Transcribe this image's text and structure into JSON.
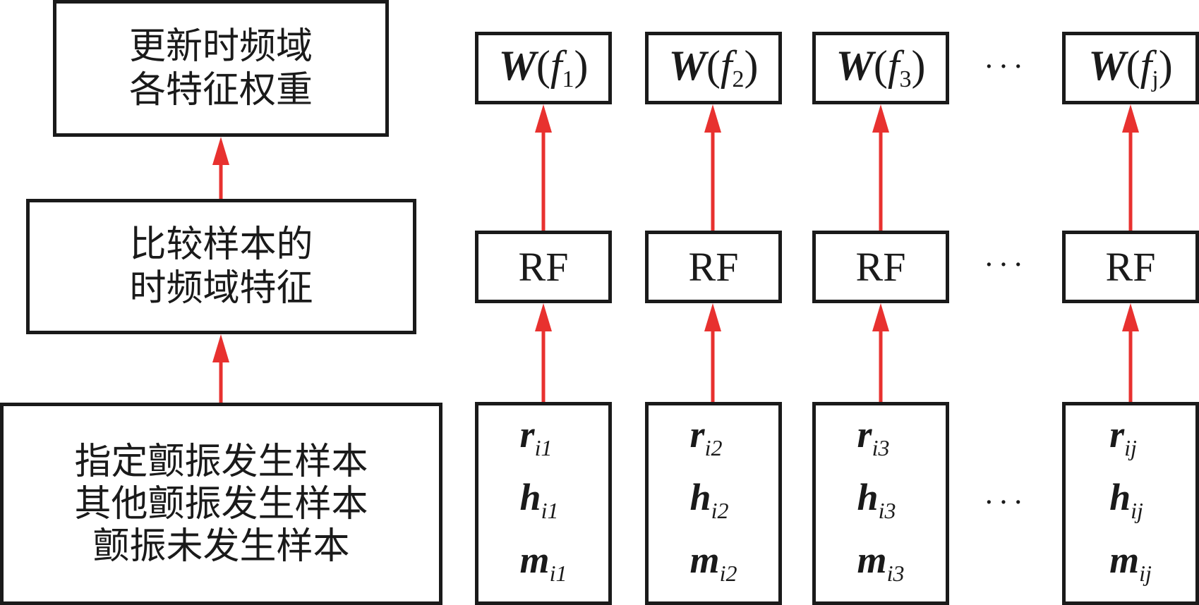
{
  "left_flow": {
    "top_box": {
      "lines": [
        "更新时频域",
        "各特征权重"
      ]
    },
    "middle_box": {
      "lines": [
        "比较样本的",
        "时频域特征"
      ]
    },
    "bottom_box": {
      "lines": [
        "指定颤振发生样本",
        "其他颤振发生样本",
        "颤振未发生样本"
      ]
    }
  },
  "columns": [
    {
      "weight": {
        "symbol": "W",
        "func": "f",
        "index": "1"
      },
      "model": "RF",
      "features": [
        {
          "var": "r",
          "sub": "i1"
        },
        {
          "var": "h",
          "sub": "i1"
        },
        {
          "var": "m",
          "sub": "i1"
        }
      ]
    },
    {
      "weight": {
        "symbol": "W",
        "func": "f",
        "index": "2"
      },
      "model": "RF",
      "features": [
        {
          "var": "r",
          "sub": "i2"
        },
        {
          "var": "h",
          "sub": "i2"
        },
        {
          "var": "m",
          "sub": "i2"
        }
      ]
    },
    {
      "weight": {
        "symbol": "W",
        "func": "f",
        "index": "3"
      },
      "model": "RF",
      "features": [
        {
          "var": "r",
          "sub": "i3"
        },
        {
          "var": "h",
          "sub": "i3"
        },
        {
          "var": "m",
          "sub": "i3"
        }
      ]
    },
    {
      "weight": {
        "symbol": "W",
        "func": "f",
        "index": "j"
      },
      "model": "RF",
      "features": [
        {
          "var": "r",
          "sub": "ij"
        },
        {
          "var": "h",
          "sub": "ij"
        },
        {
          "var": "m",
          "sub": "ij"
        }
      ]
    }
  ],
  "ellipsis": "···",
  "colors": {
    "arrow": "#E8312F",
    "border": "#1A1A1A"
  }
}
